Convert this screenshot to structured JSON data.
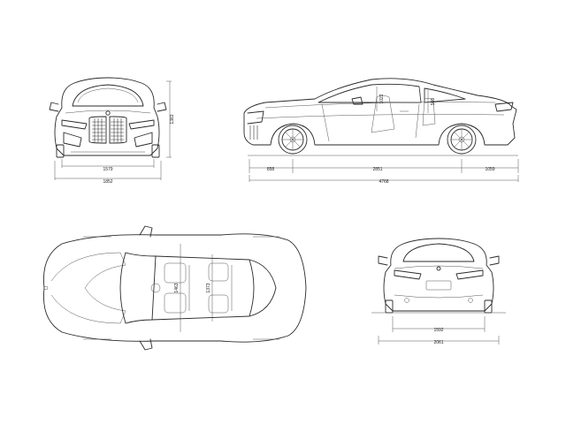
{
  "dimensions": {
    "front_height": "1383",
    "front_track": "1579",
    "front_width": "1852",
    "side_headroom_front": "1022",
    "side_headroom_rear": "969",
    "side_front_overhang": "858",
    "side_wheelbase": "2851",
    "side_rear_overhang": "1059",
    "side_length": "4768",
    "top_interior_width": "1463",
    "top_shoulder_width": "1373",
    "rear_track": "1592",
    "rear_width": "2061"
  },
  "colors": {
    "line": "#2a2a2a",
    "background": "#ffffff"
  },
  "icons": {
    "badge": "bmw-roundel-icon"
  }
}
